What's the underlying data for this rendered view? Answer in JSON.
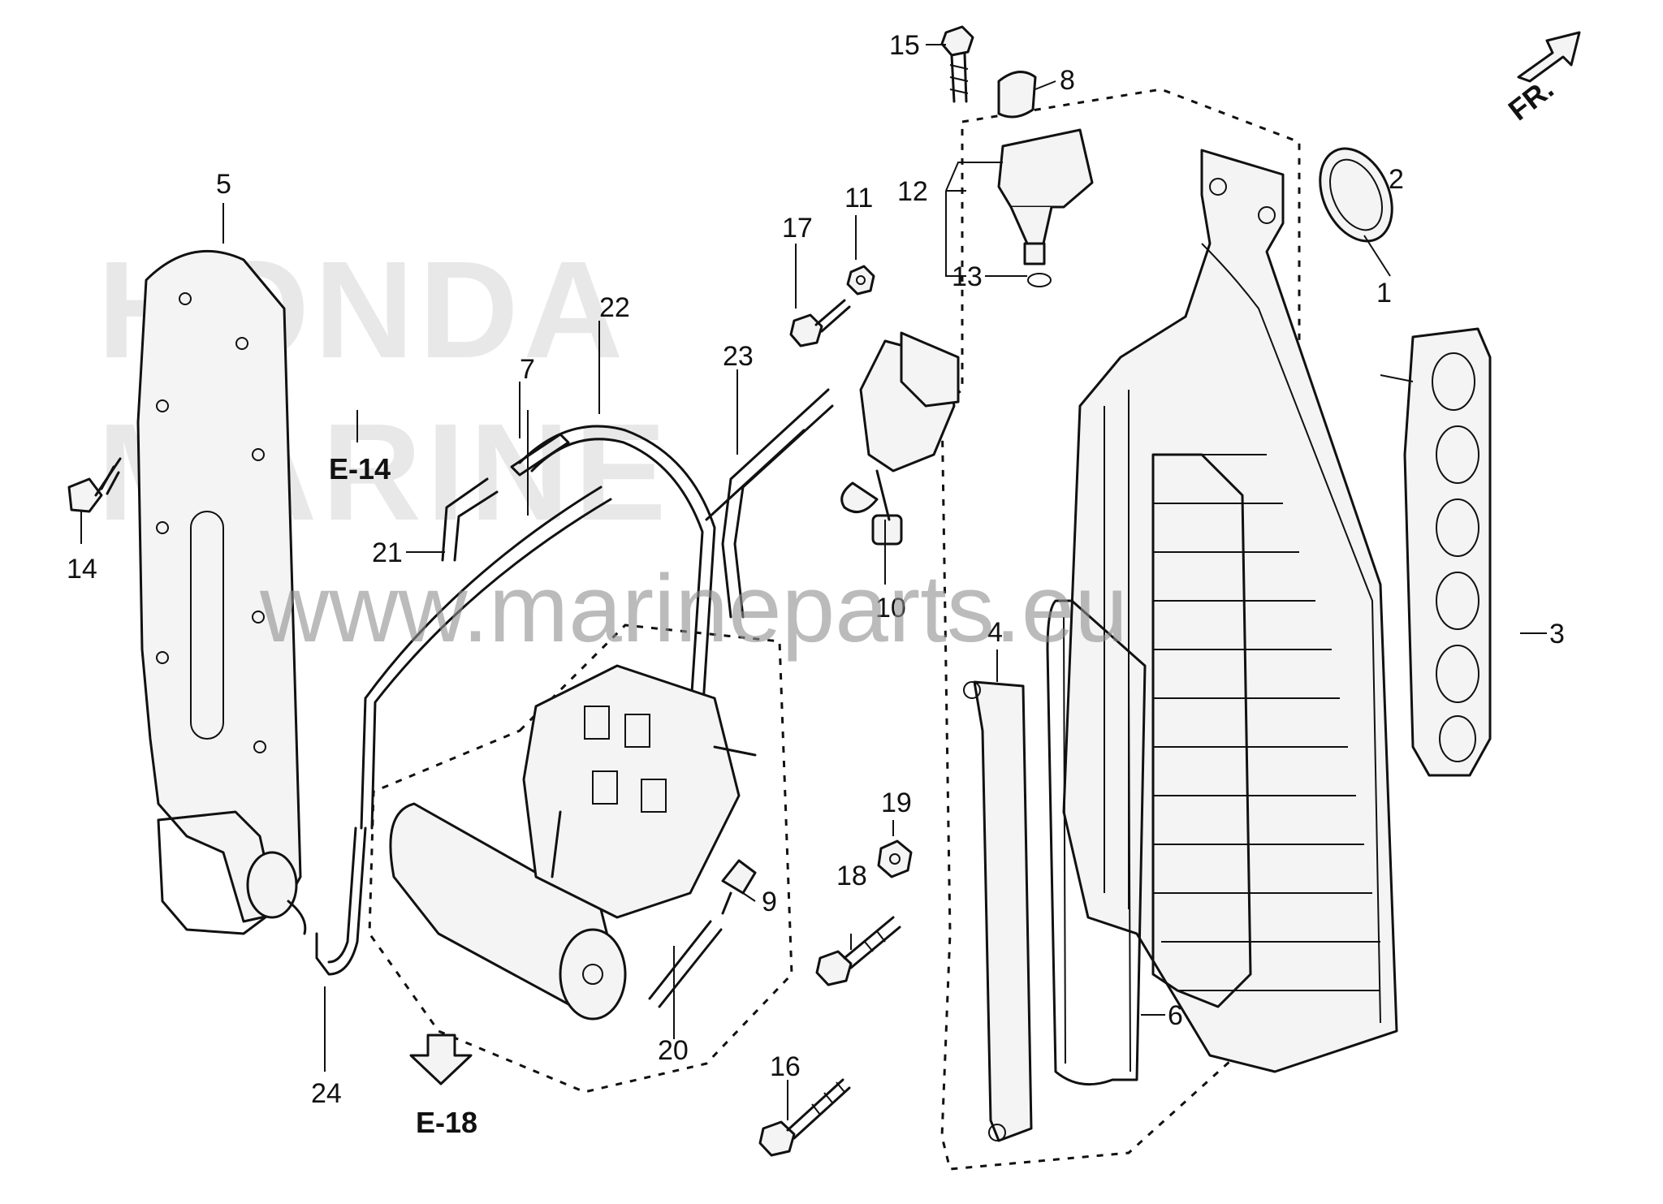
{
  "watermark": {
    "brand_line1": "HONDA",
    "brand_line2": "MARINE",
    "url": "www.marineparts.eu"
  },
  "direction_marker": {
    "label": "FR."
  },
  "references": [
    {
      "id": "e14",
      "label": "E-14"
    },
    {
      "id": "e18",
      "label": "E-18"
    }
  ],
  "callouts": [
    "1",
    "2",
    "3",
    "4",
    "5",
    "6",
    "7",
    "8",
    "9",
    "10",
    "11",
    "12",
    "13",
    "14",
    "15",
    "16",
    "17",
    "18",
    "19",
    "20",
    "21",
    "22",
    "23",
    "24"
  ]
}
